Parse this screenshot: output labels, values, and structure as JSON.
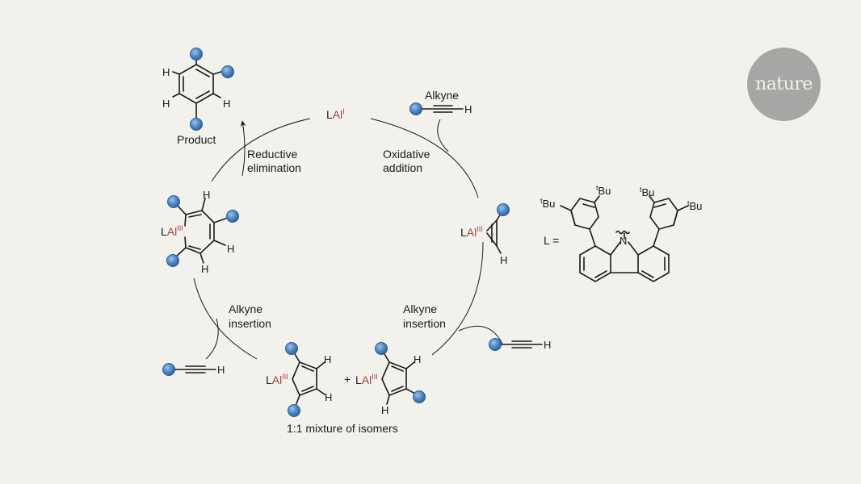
{
  "brand": {
    "logo_text": "nature"
  },
  "colors": {
    "background": "#f3f1eb",
    "sphere": "#4a86c5",
    "metal_label": "#a5443d",
    "logo_bg": "#a7a6a4"
  },
  "catalyst": {
    "ligand": "L",
    "metal": "Al",
    "ox_I": "I",
    "ox_III": "III"
  },
  "steps": {
    "reductive_elimination": [
      "Reductive",
      "elimination"
    ],
    "oxidative_addition": [
      "Oxidative",
      "addition"
    ],
    "alkyne_insertion_right": [
      "Alkyne",
      "insertion"
    ],
    "alkyne_insertion_left": [
      "Alkyne",
      "insertion"
    ]
  },
  "labels": {
    "product": "Product",
    "alkyne": "Alkyne",
    "mixture": "1:1 mixture of isomers",
    "plus": "+",
    "ligand_def": "L ="
  },
  "atoms": {
    "H": "H",
    "N": "N",
    "tBu_super": "t",
    "tBu_base": "Bu"
  }
}
